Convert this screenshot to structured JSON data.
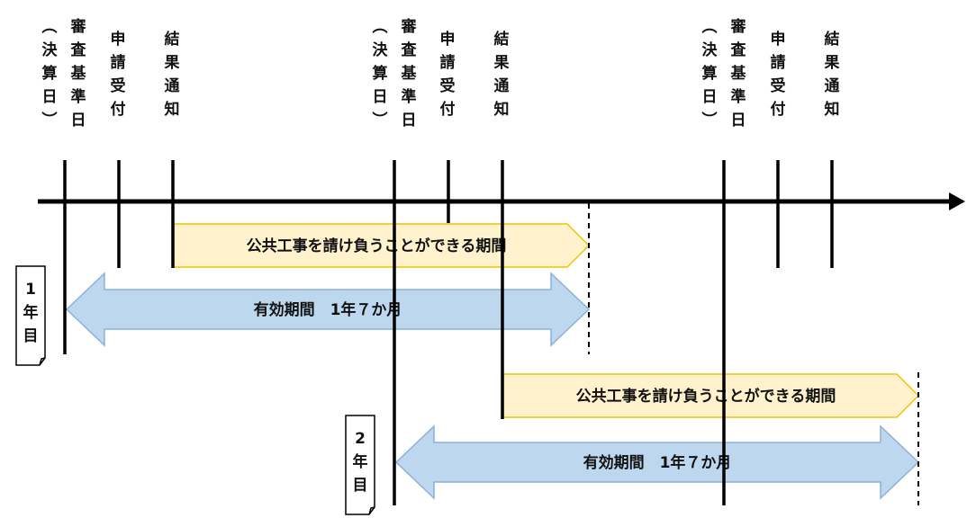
{
  "groups": [
    {
      "labels": {
        "date": "（決算日）",
        "review": "審査基準日",
        "apply": "申請受付",
        "result": "結果通知"
      }
    },
    {
      "labels": {
        "date": "（決算日）",
        "review": "審査基準日",
        "apply": "申請受付",
        "result": "結果通知"
      }
    },
    {
      "labels": {
        "date": "（決算日）",
        "review": "審査基準日",
        "apply": "申請受付",
        "result": "結果通知"
      }
    }
  ],
  "rows": [
    {
      "year_label": "1年目",
      "contract_period": "公共工事を請け負うことができる期間",
      "validity": "有効期間　1年７か月"
    },
    {
      "year_label": "2年目",
      "contract_period": "公共工事を請け負うことができる期間",
      "validity": "有効期間　1年７か月"
    }
  ],
  "colors": {
    "axis": "#000000",
    "contract_fill": "#fff2cc",
    "contract_stroke": "#f2c200",
    "validity_fill": "#bdd7ee",
    "validity_stroke": "#8eb0d6"
  }
}
